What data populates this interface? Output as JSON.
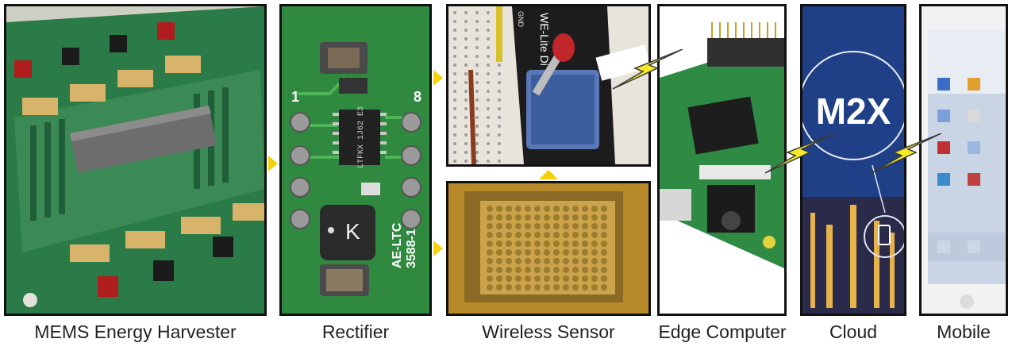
{
  "captions": {
    "mems": "MEMS Energy Harvester",
    "rectifier": "Rectifier",
    "sensor": "Wireless Sensor",
    "edge": "Edge Computer",
    "cloud": "Cloud",
    "mobile": "Mobile"
  },
  "rectifier_board": {
    "pin_left": "1",
    "pin_right": "8",
    "chip_text": "LTFKX 1J62 E3",
    "inductor_mark": "K",
    "board_label_1": "AE-LTC",
    "board_label_2": "3588-1"
  },
  "sensor_board": {
    "label": "WE-Lite Di",
    "gnd": "GND"
  },
  "cloud_panel": {
    "brand": "M2X"
  },
  "colors": {
    "arrow": "#f4d20a",
    "bolt": "#f7ea2a",
    "pcb_green": "#2f7d3c",
    "cloud_blue": "#1f3f86"
  }
}
